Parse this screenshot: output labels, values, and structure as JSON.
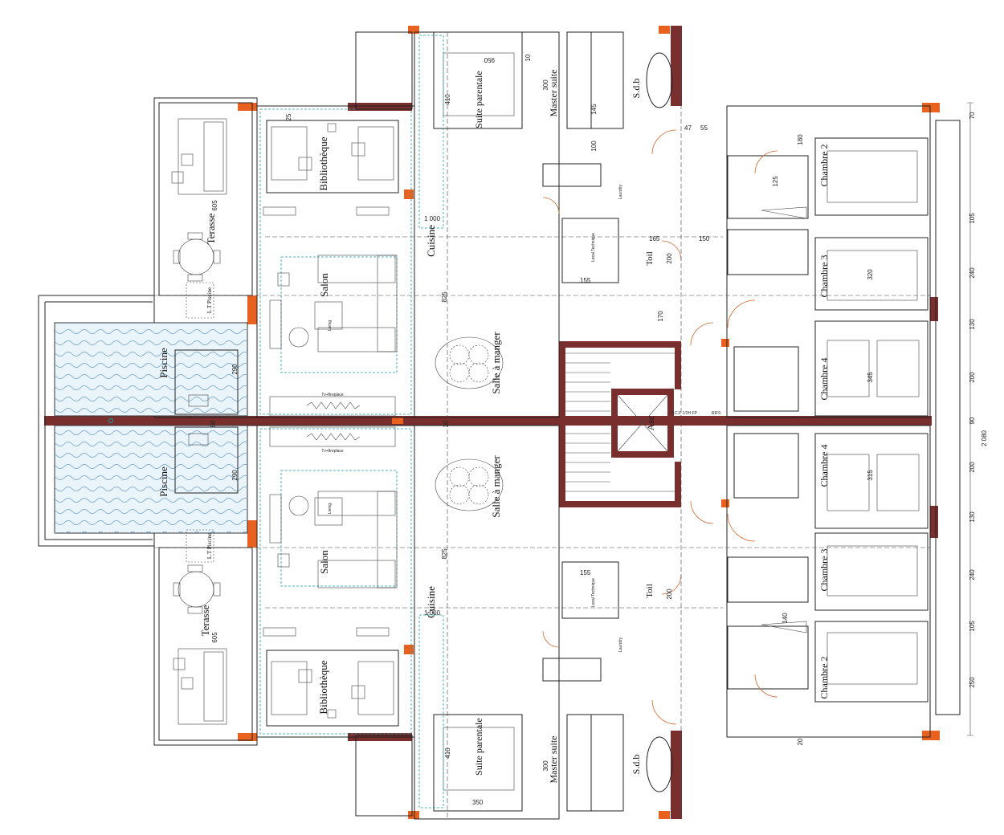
{
  "colors": {
    "wall": "#7a2f2f",
    "accent": "#e8611e",
    "water": "#eaf4fb",
    "wave": "#6a9cc6",
    "dash": "#1aa3a3",
    "door": "#d4682a"
  },
  "rooms": {
    "terasse_top": "Terasse",
    "terasse_bottom": "Terasse",
    "piscine_top": "Piscine",
    "piscine_bottom": "Piscine",
    "t_piscine_top": "L.T Piscine",
    "t_piscine_bottom": "L.T Piscine",
    "bibliotheque_top": "Bibliothèque",
    "bibliotheque_bottom": "Bibliothèque",
    "salon_top": "Salon",
    "salon_bottom": "Salon",
    "cuisine_top": "Cuisine",
    "cuisine_bottom": "Cuisine",
    "salle_manger_top": "Salle à manger",
    "salle_manger_bottom": "Salle à manger",
    "suite_parentale_top": "Suite parentale",
    "suite_parentale_bottom": "Suite parentale",
    "master_suite_top": "Master suite",
    "master_suite_bottom": "Master suite",
    "sdb_top": "S.d.b",
    "sdb_bottom": "S.d.b",
    "toil_top": "Toil",
    "toil_bottom": "Toil",
    "asc": "Asc",
    "chambre_2_top": "Chambre 2",
    "chambre_3_top": "Chambre 3",
    "chambre_4_top": "Chambre 4",
    "chambre_4_bottom": "Chambre 4",
    "chambre_3_bottom": "Chambre 3",
    "chambre_2_bottom": "Chambre 2",
    "local_technique_top": "Local Technique",
    "local_technique_bottom": "Local Technique",
    "tv_fireplace_top": "Tv+fireplace",
    "tv_fireplace_bottom": "Tv+fireplace"
  },
  "dimensions": {
    "d_825_top": "825",
    "d_825_bottom": "825",
    "d_1000_top": "1 000",
    "d_1000_bottom": "1 000",
    "d_290_top": "290",
    "d_290_bottom": "290",
    "d_410_top": "410",
    "d_410_bottom": "410",
    "d_300_top": "300",
    "d_300_bottom": "300",
    "d_200_top": "200",
    "d_200_bottom": "200",
    "d_150": "150",
    "d_170": "170",
    "d_155_top": "155",
    "d_155_bottom": "155",
    "d_180": "180",
    "d_240_top": "240",
    "d_240_bottom": "240",
    "d_105_top": "105",
    "d_105_bottom": "105",
    "d_250": "250",
    "d_200_right_a": "200",
    "d_200_right_b": "200",
    "d_90": "90",
    "d_130_top": "130",
    "d_130_bottom": "130",
    "d_2080": "2 080",
    "d_345": "345",
    "d_315": "315",
    "d_320": "320",
    "d_30": "30",
    "d_47": "47",
    "d_55": "55",
    "d_100": "100",
    "d_125": "125",
    "d_145": "145",
    "d_605_top": "605",
    "d_605_bottom": "605",
    "d_350": "350",
    "d_70": "70",
    "d_20": "20",
    "d_10": "10",
    "d_950": "950",
    "d_25": "25",
    "d_60": "60",
    "d_140": "140",
    "d_165": "165"
  },
  "tags": {
    "pcf": "P.C.F 1/2H FP",
    "rifs": "RIFS",
    "living_a": "Living",
    "living_b": "Living",
    "laundry_a": "Laundry",
    "laundry_b": "Laundry"
  }
}
